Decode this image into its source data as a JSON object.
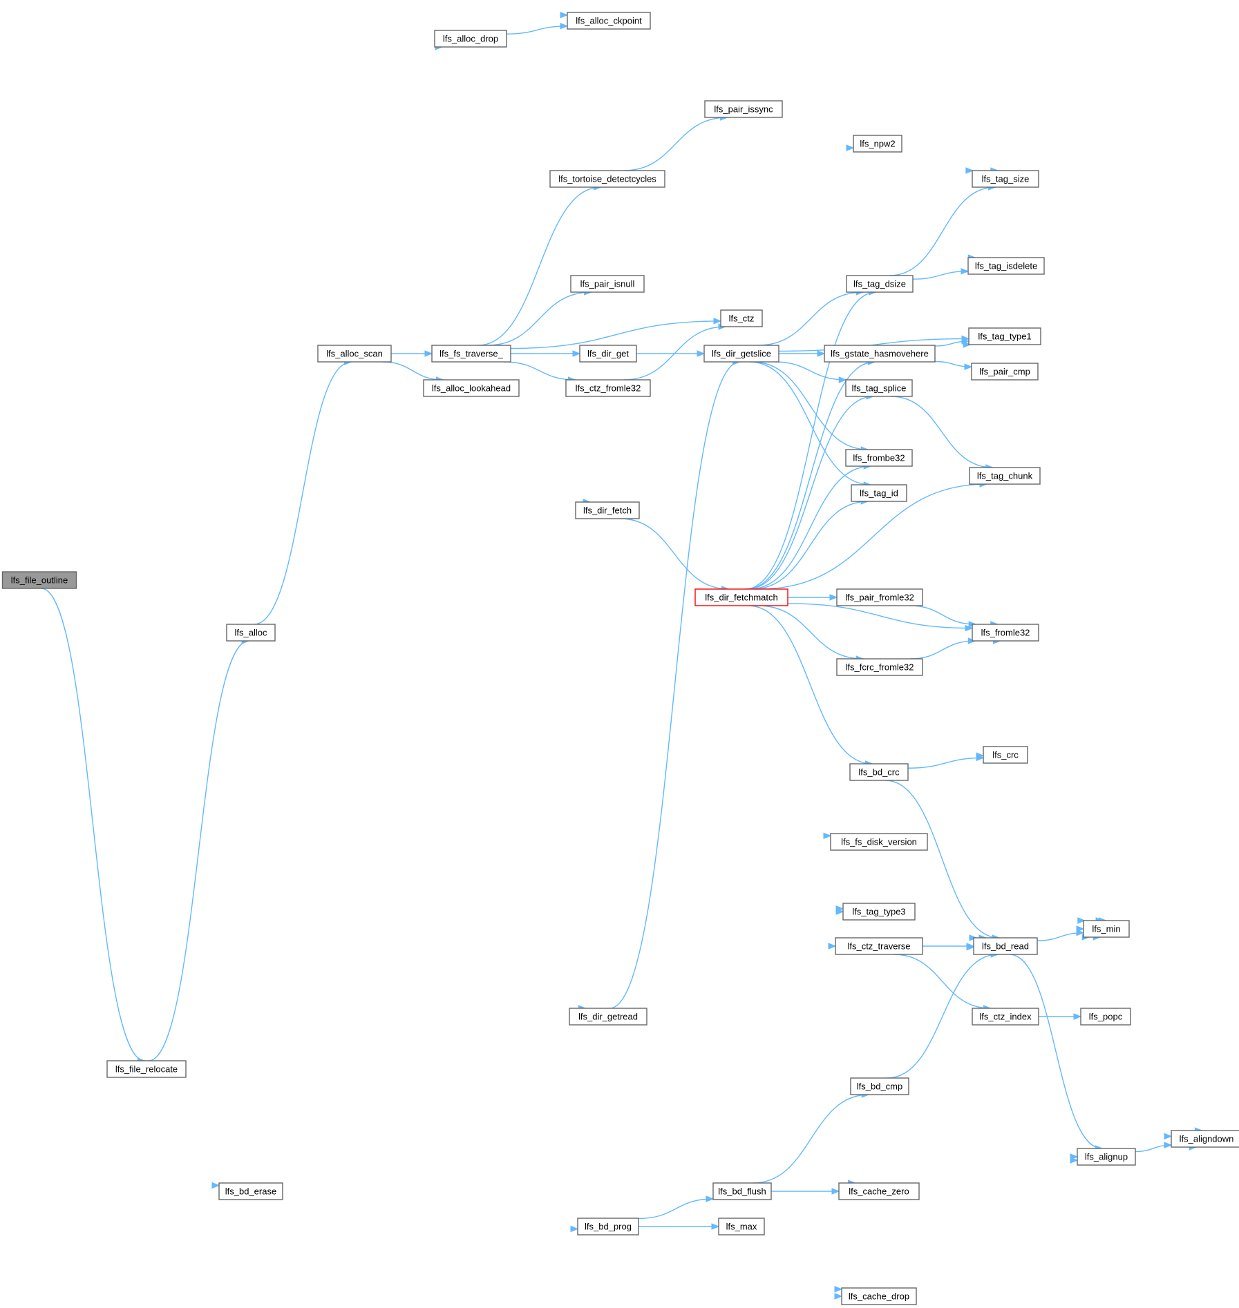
{
  "diagram": {
    "colors": {
      "edge": "#63b8ff",
      "node_border": "#666666",
      "root_fill": "#999999",
      "focus_border": "#ff0000",
      "background": "#ffffff"
    },
    "nodes": [
      {
        "id": "file_outline",
        "label": "lfs_file_outline",
        "style": "root"
      },
      {
        "id": "alloc_ckpoint",
        "label": "lfs_alloc_ckpoint"
      },
      {
        "id": "alloc_drop",
        "label": "lfs_alloc_drop"
      },
      {
        "id": "pair_issync",
        "label": "lfs_pair_issync"
      },
      {
        "id": "npw2",
        "label": "lfs_npw2"
      },
      {
        "id": "tortoise",
        "label": "lfs_tortoise_detectcycles"
      },
      {
        "id": "tag_size",
        "label": "lfs_tag_size"
      },
      {
        "id": "tag_isdelete",
        "label": "lfs_tag_isdelete"
      },
      {
        "id": "tag_dsize",
        "label": "lfs_tag_dsize"
      },
      {
        "id": "pair_isnull",
        "label": "lfs_pair_isnull"
      },
      {
        "id": "ctz",
        "label": "lfs_ctz"
      },
      {
        "id": "tag_type1",
        "label": "lfs_tag_type1"
      },
      {
        "id": "alloc_scan",
        "label": "lfs_alloc_scan"
      },
      {
        "id": "fs_traverse",
        "label": "lfs_fs_traverse_"
      },
      {
        "id": "dir_get",
        "label": "lfs_dir_get"
      },
      {
        "id": "dir_getslice",
        "label": "lfs_dir_getslice"
      },
      {
        "id": "gstate",
        "label": "lfs_gstate_hasmovehere"
      },
      {
        "id": "pair_cmp",
        "label": "lfs_pair_cmp"
      },
      {
        "id": "alloc_lookahead",
        "label": "lfs_alloc_lookahead"
      },
      {
        "id": "ctz_fromle32",
        "label": "lfs_ctz_fromle32"
      },
      {
        "id": "tag_splice",
        "label": "lfs_tag_splice"
      },
      {
        "id": "frombe32",
        "label": "lfs_frombe32"
      },
      {
        "id": "tag_chunk",
        "label": "lfs_tag_chunk"
      },
      {
        "id": "tag_id",
        "label": "lfs_tag_id"
      },
      {
        "id": "dir_fetch",
        "label": "lfs_dir_fetch"
      },
      {
        "id": "dir_fetchmatch",
        "label": "lfs_dir_fetchmatch",
        "style": "focus"
      },
      {
        "id": "pair_fromle32",
        "label": "lfs_pair_fromle32"
      },
      {
        "id": "alloc",
        "label": "lfs_alloc"
      },
      {
        "id": "fromle32",
        "label": "lfs_fromle32"
      },
      {
        "id": "fcrc_fromle32",
        "label": "lfs_fcrc_fromle32"
      },
      {
        "id": "crc",
        "label": "lfs_crc"
      },
      {
        "id": "bd_crc",
        "label": "lfs_bd_crc"
      },
      {
        "id": "fs_disk_version",
        "label": "lfs_fs_disk_version"
      },
      {
        "id": "tag_type3",
        "label": "lfs_tag_type3"
      },
      {
        "id": "min",
        "label": "lfs_min"
      },
      {
        "id": "ctz_traverse",
        "label": "lfs_ctz_traverse"
      },
      {
        "id": "bd_read",
        "label": "lfs_bd_read"
      },
      {
        "id": "dir_getread",
        "label": "lfs_dir_getread"
      },
      {
        "id": "ctz_index",
        "label": "lfs_ctz_index"
      },
      {
        "id": "popc",
        "label": "lfs_popc"
      },
      {
        "id": "file_relocate",
        "label": "lfs_file_relocate"
      },
      {
        "id": "bd_cmp",
        "label": "lfs_bd_cmp"
      },
      {
        "id": "aligndown",
        "label": "lfs_aligndown"
      },
      {
        "id": "alignup",
        "label": "lfs_alignup"
      },
      {
        "id": "bd_erase",
        "label": "lfs_bd_erase"
      },
      {
        "id": "bd_flush",
        "label": "lfs_bd_flush"
      },
      {
        "id": "cache_zero",
        "label": "lfs_cache_zero"
      },
      {
        "id": "bd_prog",
        "label": "lfs_bd_prog"
      },
      {
        "id": "max",
        "label": "lfs_max"
      },
      {
        "id": "cache_drop",
        "label": "lfs_cache_drop"
      }
    ],
    "edges": [
      {
        "from": "file_outline",
        "to": "alloc_ckpoint"
      },
      {
        "from": "file_outline",
        "to": "file_relocate"
      },
      {
        "from": "alloc_drop",
        "to": "alloc_ckpoint"
      },
      {
        "from": "alloc_scan",
        "to": "alloc_drop"
      },
      {
        "from": "alloc_scan",
        "to": "min"
      },
      {
        "from": "alloc_scan",
        "to": "fs_traverse"
      },
      {
        "from": "alloc_scan",
        "to": "alloc_lookahead"
      },
      {
        "from": "alloc",
        "to": "alloc_scan"
      },
      {
        "from": "tortoise",
        "to": "pair_issync"
      },
      {
        "from": "fs_traverse",
        "to": "tortoise"
      },
      {
        "from": "fs_traverse",
        "to": "pair_isnull"
      },
      {
        "from": "fs_traverse",
        "to": "ctz"
      },
      {
        "from": "fs_traverse",
        "to": "dir_get"
      },
      {
        "from": "fs_traverse",
        "to": "ctz_fromle32"
      },
      {
        "from": "fs_traverse",
        "to": "dir_fetch"
      },
      {
        "from": "fs_traverse",
        "to": "tag_type3"
      },
      {
        "from": "fs_traverse",
        "to": "ctz_traverse"
      },
      {
        "from": "dir_get",
        "to": "tag_size"
      },
      {
        "from": "dir_get",
        "to": "dir_getslice"
      },
      {
        "from": "ctz_fromle32",
        "to": "ctz"
      },
      {
        "from": "ctz_fromle32",
        "to": "fromle32"
      },
      {
        "from": "ctz",
        "to": "npw2"
      },
      {
        "from": "dir_getslice",
        "to": "tag_size"
      },
      {
        "from": "dir_getslice",
        "to": "min"
      },
      {
        "from": "dir_getslice",
        "to": "tag_isdelete"
      },
      {
        "from": "dir_getslice",
        "to": "tag_dsize"
      },
      {
        "from": "dir_getslice",
        "to": "tag_type1"
      },
      {
        "from": "dir_getslice",
        "to": "gstate"
      },
      {
        "from": "dir_getslice",
        "to": "tag_splice"
      },
      {
        "from": "dir_getslice",
        "to": "frombe32"
      },
      {
        "from": "dir_getslice",
        "to": "tag_id"
      },
      {
        "from": "dir_getslice",
        "to": "bd_read"
      },
      {
        "from": "dir_getslice",
        "to": "tag_type3"
      },
      {
        "from": "tag_dsize",
        "to": "tag_size"
      },
      {
        "from": "tag_dsize",
        "to": "tag_isdelete"
      },
      {
        "from": "gstate",
        "to": "tag_type1"
      },
      {
        "from": "gstate",
        "to": "pair_cmp"
      },
      {
        "from": "tag_splice",
        "to": "tag_chunk"
      },
      {
        "from": "dir_fetch",
        "to": "dir_fetchmatch"
      },
      {
        "from": "dir_fetchmatch",
        "to": "tag_dsize"
      },
      {
        "from": "dir_fetchmatch",
        "to": "tag_type1"
      },
      {
        "from": "dir_fetchmatch",
        "to": "gstate"
      },
      {
        "from": "dir_fetchmatch",
        "to": "tag_splice"
      },
      {
        "from": "dir_fetchmatch",
        "to": "frombe32"
      },
      {
        "from": "dir_fetchmatch",
        "to": "tag_id"
      },
      {
        "from": "dir_fetchmatch",
        "to": "tag_chunk"
      },
      {
        "from": "dir_fetchmatch",
        "to": "pair_fromle32"
      },
      {
        "from": "dir_fetchmatch",
        "to": "fromle32"
      },
      {
        "from": "dir_fetchmatch",
        "to": "fcrc_fromle32"
      },
      {
        "from": "dir_fetchmatch",
        "to": "min"
      },
      {
        "from": "dir_fetchmatch",
        "to": "crc"
      },
      {
        "from": "dir_fetchmatch",
        "to": "bd_crc"
      },
      {
        "from": "dir_fetchmatch",
        "to": "fs_disk_version"
      },
      {
        "from": "dir_fetchmatch",
        "to": "tag_type3"
      },
      {
        "from": "dir_fetchmatch",
        "to": "bd_read"
      },
      {
        "from": "pair_fromle32",
        "to": "fromle32"
      },
      {
        "from": "fcrc_fromle32",
        "to": "fromle32"
      },
      {
        "from": "bd_crc",
        "to": "crc"
      },
      {
        "from": "bd_crc",
        "to": "min"
      },
      {
        "from": "bd_crc",
        "to": "bd_read"
      },
      {
        "from": "ctz_traverse",
        "to": "fromle32"
      },
      {
        "from": "ctz_traverse",
        "to": "bd_read"
      },
      {
        "from": "ctz_traverse",
        "to": "ctz_index"
      },
      {
        "from": "bd_read",
        "to": "min"
      },
      {
        "from": "bd_read",
        "to": "aligndown"
      },
      {
        "from": "bd_read",
        "to": "alignup"
      },
      {
        "from": "ctz_index",
        "to": "popc"
      },
      {
        "from": "dir_getread",
        "to": "dir_getslice"
      },
      {
        "from": "dir_getread",
        "to": "min"
      },
      {
        "from": "dir_getread",
        "to": "aligndown"
      },
      {
        "from": "dir_getread",
        "to": "alignup"
      },
      {
        "from": "file_relocate",
        "to": "alloc"
      },
      {
        "from": "file_relocate",
        "to": "dir_getread"
      },
      {
        "from": "file_relocate",
        "to": "bd_read"
      },
      {
        "from": "file_relocate",
        "to": "cache_zero"
      },
      {
        "from": "file_relocate",
        "to": "bd_erase"
      },
      {
        "from": "file_relocate",
        "to": "bd_prog"
      },
      {
        "from": "file_relocate",
        "to": "cache_drop"
      },
      {
        "from": "bd_cmp",
        "to": "bd_read"
      },
      {
        "from": "bd_cmp",
        "to": "min"
      },
      {
        "from": "alignup",
        "to": "aligndown"
      },
      {
        "from": "bd_flush",
        "to": "bd_cmp"
      },
      {
        "from": "bd_flush",
        "to": "cache_zero"
      },
      {
        "from": "bd_flush",
        "to": "alignup"
      },
      {
        "from": "bd_flush",
        "to": "cache_drop"
      },
      {
        "from": "bd_prog",
        "to": "min"
      },
      {
        "from": "bd_prog",
        "to": "bd_flush"
      },
      {
        "from": "bd_prog",
        "to": "max"
      },
      {
        "from": "bd_prog",
        "to": "aligndown"
      }
    ]
  }
}
